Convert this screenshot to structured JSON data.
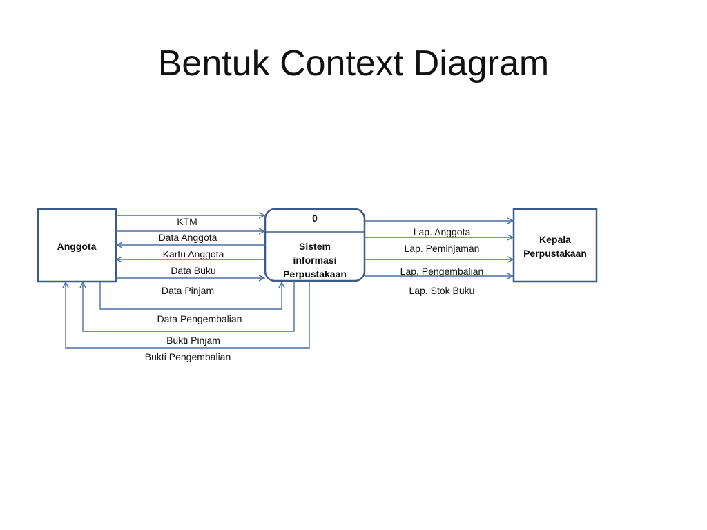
{
  "slide": {
    "title": "Bentuk Context Diagram"
  },
  "colors": {
    "line": "#4a6fa5",
    "box_border": "#3d5a8a",
    "text": "#111111"
  },
  "entities": {
    "anggota": {
      "label": "Anggota"
    },
    "kepala": {
      "label_line1": "Kepala",
      "label_line2": "Perpustakaan"
    }
  },
  "process": {
    "number": "0",
    "label_line1": "Sistem",
    "label_line2": "informasi",
    "label_line3": "Perpustakaan"
  },
  "flows": {
    "ktm": "KTM",
    "data_anggota": "Data Anggota",
    "kartu_anggota": "Kartu  Anggota",
    "data_buku": "Data Buku",
    "data_pinjam": "Data Pinjam",
    "data_pengembalian": "Data  Pengembalian",
    "bukti_pinjam": "Bukti Pinjam",
    "bukti_pengembalian": "Bukti Pengembalian",
    "lap_anggota": "Lap. Anggota",
    "lap_peminjaman": "Lap. Peminjaman",
    "lap_pengembalian": "Lap. Pengembalian",
    "lap_stok_buku": "Lap. Stok Buku"
  }
}
